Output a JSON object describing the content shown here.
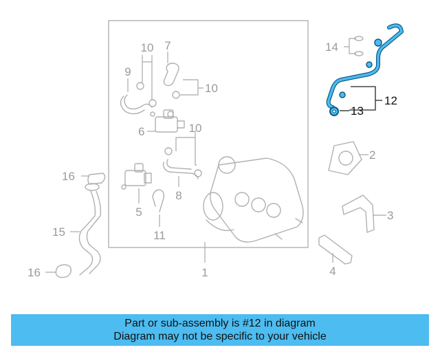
{
  "callouts": {
    "n1": "1",
    "n2": "2",
    "n3": "3",
    "n4": "4",
    "n5": "5",
    "n6": "6",
    "n7": "7",
    "n8": "8",
    "n9": "9",
    "n10a": "10",
    "n10b": "10",
    "n10c": "10",
    "n11": "11",
    "n12": "12",
    "n13": "13",
    "n14": "14",
    "n15": "15",
    "n16a": "16",
    "n16b": "16"
  },
  "highlight": {
    "part": "12",
    "color": "#4dbcf0"
  },
  "banner": {
    "line1": "Part or sub-assembly is #12 in diagram",
    "line2": "Diagram may not be specific to your vehicle"
  }
}
